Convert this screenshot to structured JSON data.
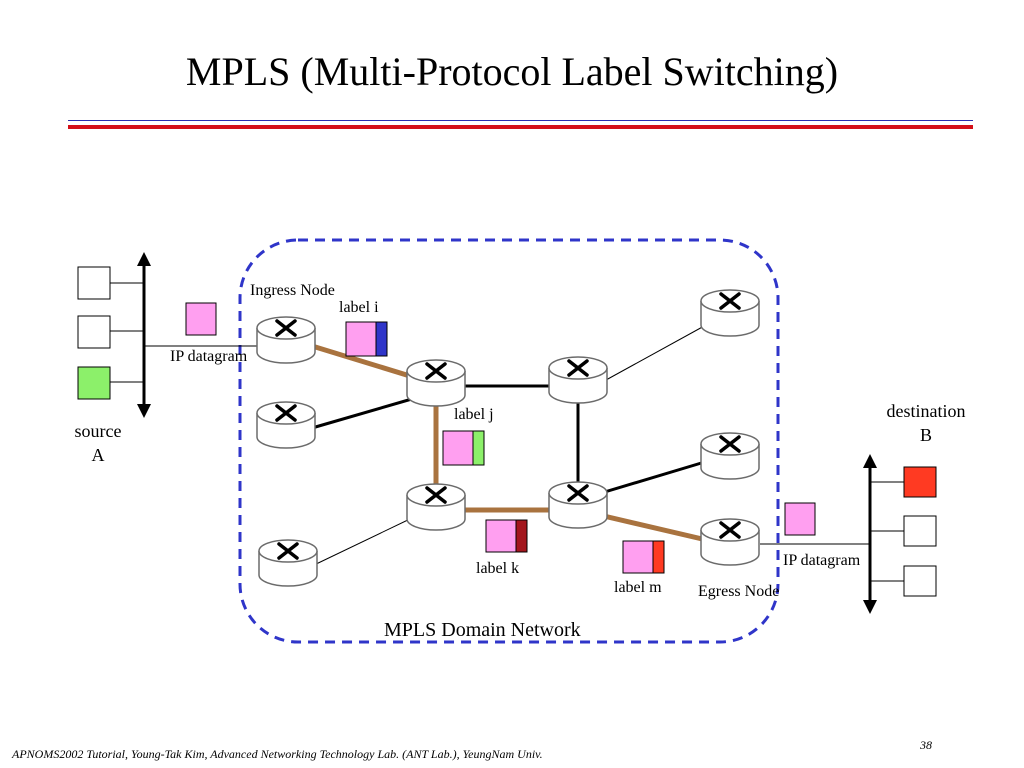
{
  "slide": {
    "title": "MPLS (Multi-Protocol Label Switching)",
    "footer": "APNOMS2002 Tutorial,   Young-Tak Kim,  Advanced Networking Technology Lab. (ANT Lab.),  YeungNam Univ.",
    "page_number": "38"
  },
  "diagram": {
    "ingress_node": "Ingress Node",
    "egress_node": "Egress Node",
    "domain_label": "MPLS Domain Network",
    "ip_datagram_left": "IP datagram",
    "ip_datagram_right": "IP datagram",
    "label_i": "label  i",
    "label_j": "label  j",
    "label_k": "label  k",
    "label_m": "label  m",
    "source_line1": "source",
    "source_line2": "A",
    "destination_line1": "destination",
    "destination_line2": "B"
  },
  "colors": {
    "title_rule_blue": "#2b2fb0",
    "title_rule_red": "#d40f18",
    "domain_border": "#2f35c9",
    "lsp_path": "#a9733f",
    "datagram": "#ff9ff0",
    "label_i": "#2f35c9",
    "label_j": "#8cf06a",
    "label_k": "#a3161d",
    "label_m": "#ff3a22",
    "source_host": "#8cf06a",
    "destination_host": "#ff3a22"
  }
}
